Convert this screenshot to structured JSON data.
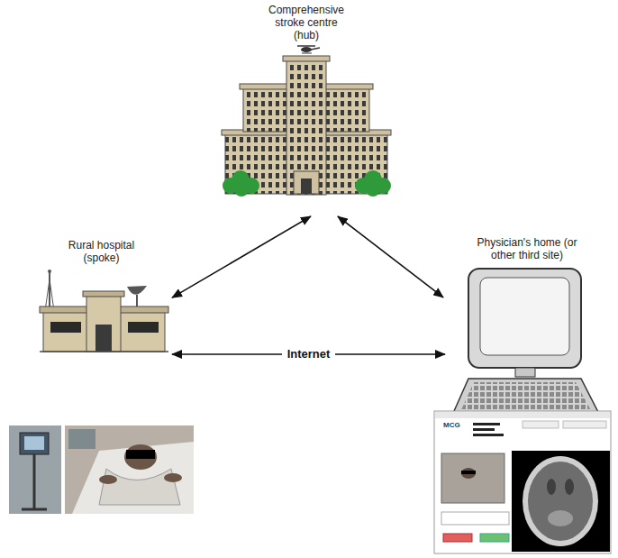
{
  "diagram": {
    "nodes": [
      {
        "text": [
          "Comprehensive stroke centre (hub)"
        ]
      },
      {
        "text": [
          "Rural hospital (spoke)"
        ]
      },
      {
        "text": [
          "Physician's home (or other third site)"
        ]
      }
    ],
    "edges": [
      {
        "from": 1,
        "to": 0,
        "arrow": "both"
      },
      {
        "from": 0,
        "to": 2,
        "arrow": "both"
      },
      {
        "from": 1,
        "to": 2,
        "label": "Internet",
        "arrow": "both"
      }
    ],
    "labels": [
      "MCG"
    ]
  }
}
